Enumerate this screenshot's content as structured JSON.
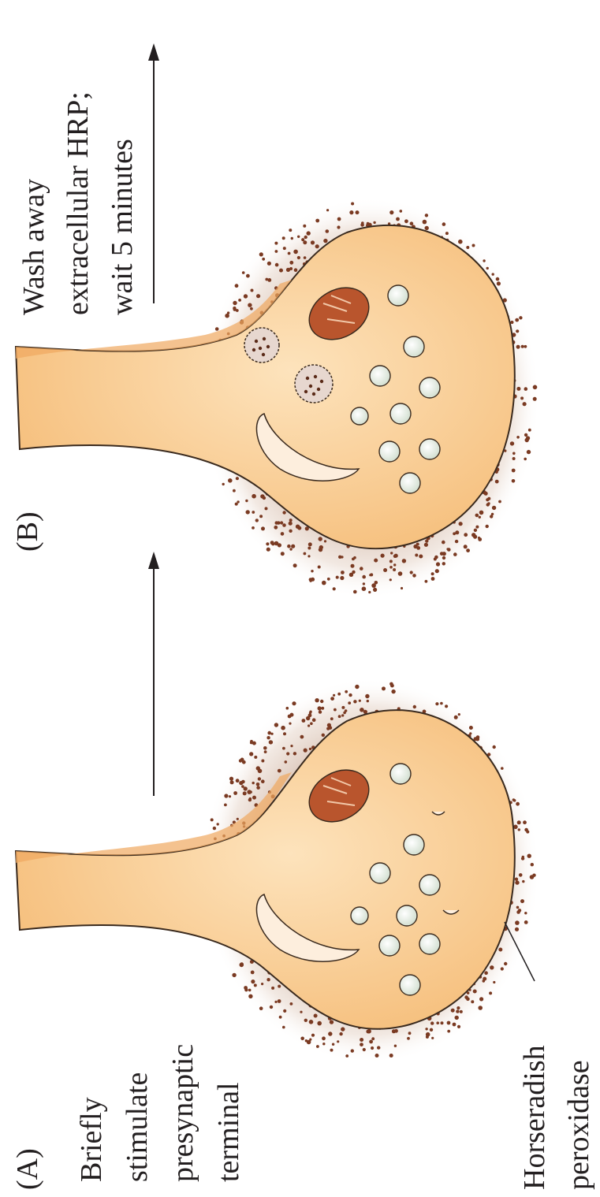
{
  "panel_a": {
    "letter": "(A)",
    "instruction": [
      "Briefly",
      "stimulate",
      "presynaptic",
      "terminal"
    ],
    "callout": [
      "Horseradish",
      "peroxidase"
    ]
  },
  "panel_b": {
    "letter": "(B)",
    "instruction": [
      "Wash away",
      "extracellular HRP;",
      "wait 5 minutes"
    ]
  },
  "colors": {
    "terminal_fill": "#f8c98d",
    "terminal_edge": "#3a2a1e",
    "axon_fill": "#f0a860",
    "hrp_dot": "#7a3a22",
    "halo": "#c9a48a",
    "vesicle_fill": "#e8efe6",
    "mitochondrion": "#b9552d",
    "arrow": "#231f20"
  }
}
